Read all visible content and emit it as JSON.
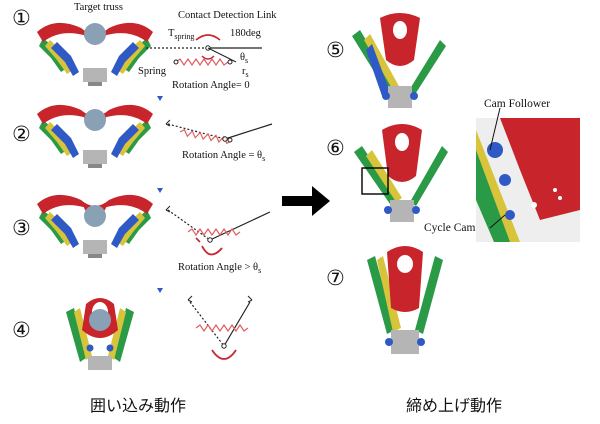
{
  "steps": [
    "①",
    "②",
    "③",
    "④",
    "⑤",
    "⑥",
    "⑦"
  ],
  "labels": {
    "target_truss": "Target truss",
    "contact_link": "Contact Detection Link",
    "t_spring": "T",
    "t_spring_sub": "spring",
    "deg180": "180deg",
    "theta_s": "θ",
    "theta_sub": "s",
    "r_s": "r",
    "r_sub": "s",
    "spring": "Spring",
    "rot0": "Rotation Angle= 0",
    "rot_eq": "Rotation Angle = θ",
    "rot_eq_sub": "s",
    "rot_gt": "Rotation Angle > θ",
    "rot_gt_sub": "s",
    "cam_follower": "Cam Follower",
    "cycle_cam": "Cycle Cam"
  },
  "captions": {
    "left": "囲い込み動作",
    "right": "締め上げ動作"
  },
  "colors": {
    "red": "#c8242c",
    "green": "#2a9a46",
    "yellow": "#d8c43a",
    "blue": "#2f59c4",
    "gray": "#b5b5b5",
    "truss": "#8aa0b5",
    "spring": "#e06060"
  }
}
